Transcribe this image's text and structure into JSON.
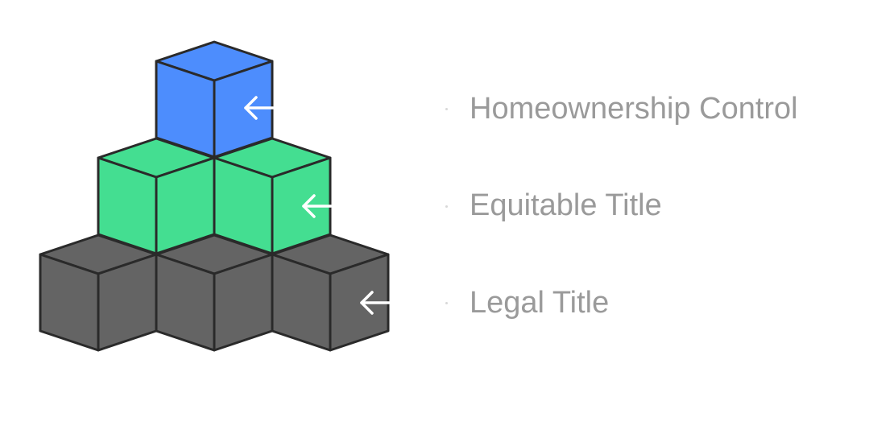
{
  "levels": [
    {
      "key": "top",
      "label": "Homeownership Control",
      "color": "#4d8dfd",
      "row": 2
    },
    {
      "key": "middle",
      "label": "Equitable Title",
      "color": "#44de91",
      "row": 1
    },
    {
      "key": "bottom",
      "label": "Legal Title",
      "color": "#646464",
      "row": 0
    }
  ],
  "stroke_color": "#2a2a2a",
  "arrow_color": "#ffffff",
  "label_color": "#9a9a9a"
}
